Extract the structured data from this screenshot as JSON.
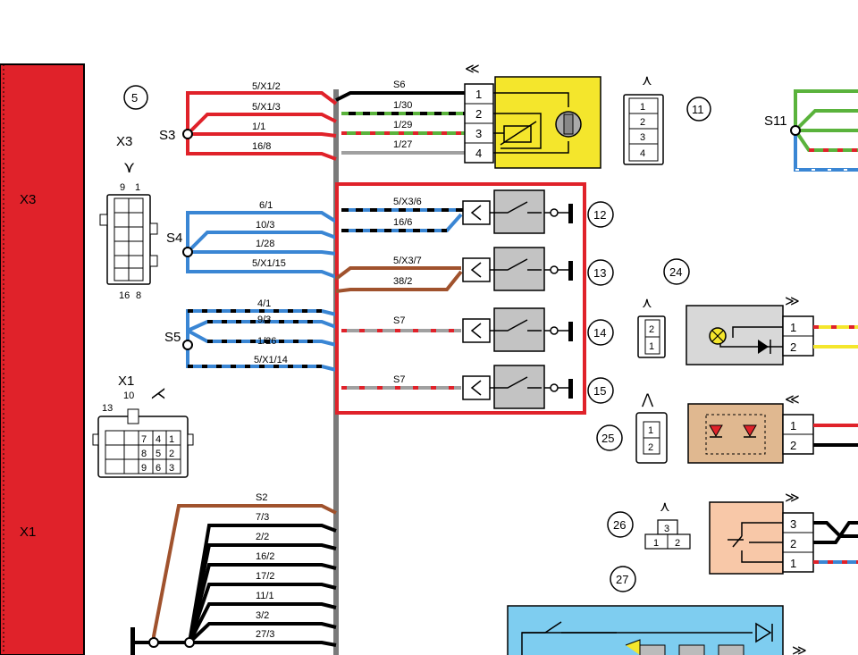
{
  "connector_labels": {
    "x3_bar": "X3",
    "x1_bar": "X1",
    "x3": "X3",
    "x1": "X1"
  },
  "splices": {
    "s3": "S3",
    "s4": "S4",
    "s5": "S5",
    "s11": "S11"
  },
  "callouts": {
    "c5": "5",
    "c11": "11",
    "c12": "12",
    "c13": "13",
    "c14": "14",
    "c15": "15",
    "c24": "24",
    "c25": "25",
    "c26": "26",
    "c27": "27"
  },
  "s3_wires": [
    "5/X1/2",
    "5/X1/3",
    "1/1",
    "16/8"
  ],
  "s6_wires": [
    "S6",
    "1/30",
    "1/29",
    "1/27"
  ],
  "motor_pins": [
    "1",
    "2",
    "3",
    "4"
  ],
  "conn11_pins": [
    "1",
    "2",
    "3",
    "4"
  ],
  "s4_wires": [
    "6/1",
    "10/3",
    "1/28",
    "5/X1/15"
  ],
  "sw12_wires": [
    "5/X3/6",
    "16/6"
  ],
  "sw13_wires": [
    "5/X3/7",
    "38/2"
  ],
  "sw14_wire": "S7",
  "sw15_wire": "S7",
  "s5_wires": [
    "4/1",
    "9/3",
    "1/26",
    "5/X1/14"
  ],
  "x3_pins": {
    "top_a": "9",
    "top_b": "1",
    "bot_a": "16",
    "bot_b": "8"
  },
  "x1_pins": {
    "p13": "13",
    "p10": "10",
    "grid": [
      "7",
      "4",
      "1",
      "8",
      "5",
      "2",
      "9",
      "6",
      "3"
    ]
  },
  "s2_wires": [
    "S2",
    "7/3",
    "2/2",
    "16/2",
    "17/2",
    "11/1",
    "3/2",
    "27/3"
  ],
  "lamp_pins": [
    "1",
    "2"
  ],
  "conn24_pins": [
    "2",
    "1"
  ],
  "diode_pins": [
    "1",
    "2"
  ],
  "conn25_pins": [
    "1",
    "2"
  ],
  "relay_pins": [
    "3",
    "2",
    "1"
  ],
  "conn26_pins": [
    "3",
    "1",
    "2"
  ]
}
